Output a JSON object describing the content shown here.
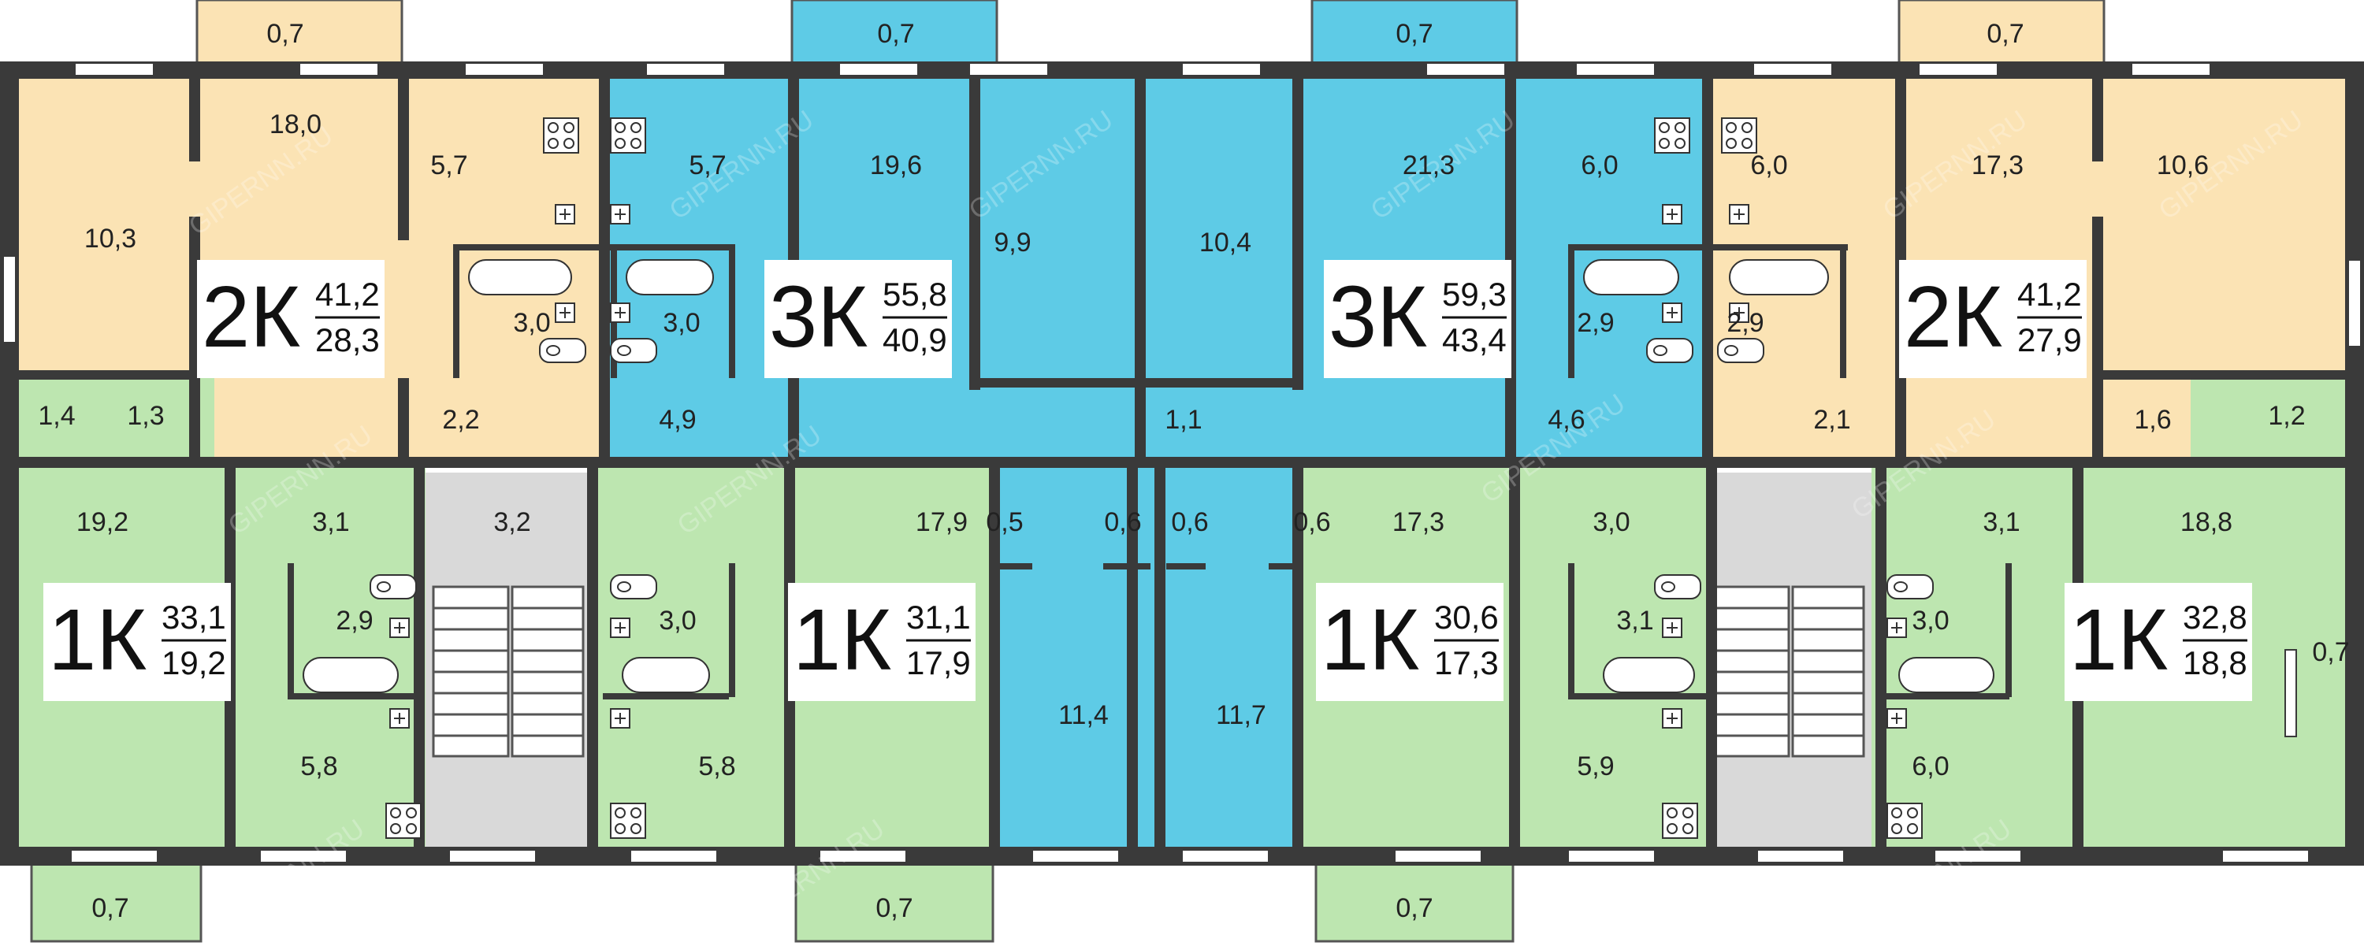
{
  "colors": {
    "two_room": "#fbe3b4",
    "three_room": "#5ecbe6",
    "one_room": "#bde6b0",
    "stair": "#d9d9d9",
    "wall": "#3a3a3a",
    "window": "#ffffff"
  },
  "watermark": "GIPERNN.RU",
  "apartments": [
    {
      "id": "a1",
      "type": "2К",
      "total": "41,2",
      "living": "28,3"
    },
    {
      "id": "a2",
      "type": "3К",
      "total": "55,8",
      "living": "40,9"
    },
    {
      "id": "a3",
      "type": "3К",
      "total": "59,3",
      "living": "43,4"
    },
    {
      "id": "a4",
      "type": "2К",
      "total": "41,2",
      "living": "27,9"
    },
    {
      "id": "a5",
      "type": "1К",
      "total": "33,1",
      "living": "19,2"
    },
    {
      "id": "a6",
      "type": "1К",
      "total": "31,1",
      "living": "17,9"
    },
    {
      "id": "a7",
      "type": "1К",
      "total": "30,6",
      "living": "17,3"
    },
    {
      "id": "a8",
      "type": "1К",
      "total": "32,8",
      "living": "18,8"
    }
  ],
  "room_areas": [
    "0,7",
    "0,7",
    "0,7",
    "0,7",
    "10,3",
    "18,0",
    "5,7",
    "5,7",
    "19,6",
    "9,9",
    "10,4",
    "21,3",
    "6,0",
    "6,0",
    "17,3",
    "10,6",
    "3,0",
    "3,0",
    "2,9",
    "2,9",
    "1,4",
    "1,3",
    "2,2",
    "4,9",
    "1,1",
    "4,6",
    "2,1",
    "1,6",
    "1,2",
    "19,2",
    "3,1",
    "3,2",
    "17,9",
    "0,5",
    "0,6",
    "0,6",
    "0,6",
    "17,3",
    "3,0",
    "3,1",
    "18,8",
    "2,9",
    "3,0",
    "3,1",
    "3,0",
    "11,4",
    "11,7",
    "5,8",
    "5,8",
    "5,9",
    "6,0",
    "0,7",
    "0,7",
    "0,7",
    "0,7"
  ]
}
